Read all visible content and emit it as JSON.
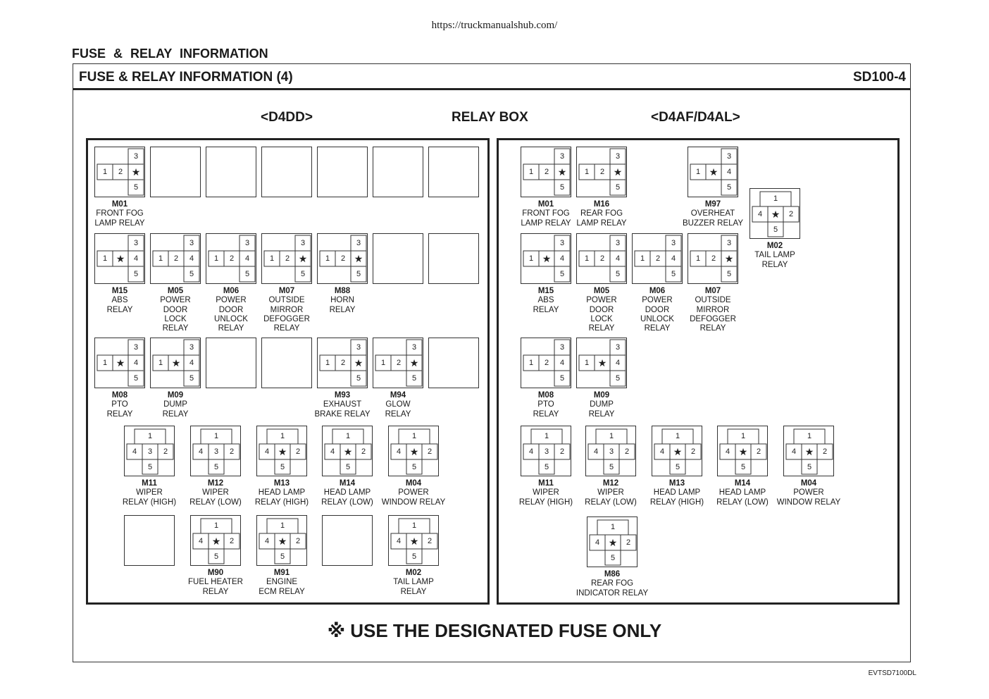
{
  "url": "https://truckmanualshub.com/",
  "section_title": "FUSE & RELAY INFORMATION",
  "frame_title": "FUSE & RELAY INFORMATION (4)",
  "frame_code": "SD100-4",
  "headers": {
    "left": "<D4DD>",
    "center": "RELAY BOX",
    "right": "<D4AF/D4AL>"
  },
  "notice": "※ USE THE DESIGNATED FUSE ONLY",
  "doc_code": "EVTSD7100DL",
  "relays": [
    {
      "box": "D4DD",
      "type": "A",
      "pins": [
        "1",
        "2",
        "★",
        "3",
        "5"
      ],
      "code": "M01",
      "name": "FRONT FOG\nLAMP RELAY"
    },
    {
      "box": "D4DD",
      "type": "empty"
    },
    {
      "box": "D4DD",
      "type": "empty"
    },
    {
      "box": "D4DD",
      "type": "empty"
    },
    {
      "box": "D4DD",
      "type": "empty"
    },
    {
      "box": "D4DD",
      "type": "empty"
    },
    {
      "box": "D4DD",
      "type": "empty"
    },
    {
      "box": "D4DD",
      "type": "A",
      "pins": [
        "1",
        "★",
        "4",
        "3",
        "5"
      ],
      "code": "M15",
      "name": "ABS\nRELAY"
    },
    {
      "box": "D4DD",
      "type": "A",
      "pins": [
        "1",
        "2",
        "4",
        "3",
        "5"
      ],
      "code": "M05",
      "name": "POWER\nDOOR\nLOCK\nRELAY"
    },
    {
      "box": "D4DD",
      "type": "A",
      "pins": [
        "1",
        "2",
        "4",
        "3",
        "5"
      ],
      "code": "M06",
      "name": "POWER\nDOOR\nUNLOCK\nRELAY"
    },
    {
      "box": "D4DD",
      "type": "A",
      "pins": [
        "1",
        "2",
        "★",
        "3",
        "5"
      ],
      "code": "M07",
      "name": "OUTSIDE\nMIRROR\nDEFOGGER\nRELAY"
    },
    {
      "box": "D4DD",
      "type": "A",
      "pins": [
        "1",
        "2",
        "★",
        "3",
        "5"
      ],
      "code": "M88",
      "name": "HORN\nRELAY"
    },
    {
      "box": "D4DD",
      "type": "empty"
    },
    {
      "box": "D4DD",
      "type": "empty"
    },
    {
      "box": "D4DD",
      "type": "A",
      "pins": [
        "1",
        "★",
        "4",
        "3",
        "5"
      ],
      "code": "M08",
      "name": "PTO\nRELAY"
    },
    {
      "box": "D4DD",
      "type": "A",
      "pins": [
        "1",
        "★",
        "4",
        "3",
        "5"
      ],
      "code": "M09",
      "name": "DUMP\nRELAY"
    },
    {
      "box": "D4DD",
      "type": "empty"
    },
    {
      "box": "D4DD",
      "type": "empty"
    },
    {
      "box": "D4DD",
      "type": "A",
      "pins": [
        "1",
        "2",
        "★",
        "3",
        "5"
      ],
      "code": "M93",
      "name": "EXHAUST\nBRAKE RELAY"
    },
    {
      "box": "D4DD",
      "type": "A",
      "pins": [
        "1",
        "2",
        "★",
        "3",
        "5"
      ],
      "code": "M94",
      "name": "GLOW\nRELAY"
    },
    {
      "box": "D4DD",
      "type": "empty"
    },
    {
      "box": "D4DD",
      "type": "B",
      "pins": [
        "4",
        "3",
        "2",
        "1",
        "5"
      ],
      "code": "M11",
      "name": "WIPER\nRELAY (HIGH)"
    },
    {
      "box": "D4DD",
      "type": "B",
      "pins": [
        "4",
        "3",
        "2",
        "1",
        "5"
      ],
      "code": "M12",
      "name": "WIPER\nRELAY (LOW)"
    },
    {
      "box": "D4DD",
      "type": "B",
      "pins": [
        "4",
        "★",
        "2",
        "1",
        "5"
      ],
      "code": "M13",
      "name": "HEAD LAMP\nRELAY (HIGH)"
    },
    {
      "box": "D4DD",
      "type": "B",
      "pins": [
        "4",
        "★",
        "2",
        "1",
        "5"
      ],
      "code": "M14",
      "name": "HEAD LAMP\nRELAY (LOW)"
    },
    {
      "box": "D4DD",
      "type": "B",
      "pins": [
        "4",
        "★",
        "2",
        "1",
        "5"
      ],
      "code": "M04",
      "name": "POWER\nWINDOW RELAY"
    },
    {
      "box": "D4DD",
      "type": "empty"
    },
    {
      "box": "D4DD",
      "type": "B",
      "pins": [
        "4",
        "★",
        "2",
        "1",
        "5"
      ],
      "code": "M90",
      "name": "FUEL HEATER\nRELAY"
    },
    {
      "box": "D4DD",
      "type": "B",
      "pins": [
        "4",
        "★",
        "2",
        "1",
        "5"
      ],
      "code": "M91",
      "name": "ENGINE\nECM RELAY"
    },
    {
      "box": "D4DD",
      "type": "empty"
    },
    {
      "box": "D4DD",
      "type": "B",
      "pins": [
        "4",
        "★",
        "2",
        "1",
        "5"
      ],
      "code": "M02",
      "name": "TAIL LAMP\nRELAY"
    },
    {
      "box": "D4AF",
      "type": "A",
      "pins": [
        "1",
        "2",
        "★",
        "3",
        "5"
      ],
      "code": "M01",
      "name": "FRONT FOG\nLAMP RELAY"
    },
    {
      "box": "D4AF",
      "type": "A",
      "pins": [
        "1",
        "2",
        "★",
        "3",
        "5"
      ],
      "code": "M16",
      "name": "REAR FOG\nLAMP RELAY"
    },
    {
      "box": "D4AF",
      "type": "A",
      "pins": [
        "1",
        "★",
        "4",
        "3",
        "5"
      ],
      "code": "M97",
      "name": "OVERHEAT\nBUZZER RELAY"
    },
    {
      "box": "D4AF",
      "type": "B",
      "pins": [
        "4",
        "★",
        "2",
        "1",
        "5"
      ],
      "code": "M02",
      "name": "TAIL LAMP\nRELAY"
    },
    {
      "box": "D4AF",
      "type": "A",
      "pins": [
        "1",
        "★",
        "4",
        "3",
        "5"
      ],
      "code": "M15",
      "name": "ABS\nRELAY"
    },
    {
      "box": "D4AF",
      "type": "A",
      "pins": [
        "1",
        "2",
        "4",
        "3",
        "5"
      ],
      "code": "M05",
      "name": "POWER\nDOOR\nLOCK\nRELAY"
    },
    {
      "box": "D4AF",
      "type": "A",
      "pins": [
        "1",
        "2",
        "4",
        "3",
        "5"
      ],
      "code": "M06",
      "name": "POWER\nDOOR\nUNLOCK\nRELAY"
    },
    {
      "box": "D4AF",
      "type": "A",
      "pins": [
        "1",
        "2",
        "★",
        "3",
        "5"
      ],
      "code": "M07",
      "name": "OUTSIDE\nMIRROR\nDEFOGGER\nRELAY"
    },
    {
      "box": "D4AF",
      "type": "A",
      "pins": [
        "1",
        "2",
        "4",
        "3",
        "5"
      ],
      "code": "M08",
      "name": "PTO\nRELAY"
    },
    {
      "box": "D4AF",
      "type": "A",
      "pins": [
        "1",
        "★",
        "4",
        "3",
        "5"
      ],
      "code": "M09",
      "name": "DUMP\nRELAY"
    },
    {
      "box": "D4AF",
      "type": "B",
      "pins": [
        "4",
        "3",
        "2",
        "1",
        "5"
      ],
      "code": "M11",
      "name": "WIPER\nRELAY (HIGH)"
    },
    {
      "box": "D4AF",
      "type": "B",
      "pins": [
        "4",
        "3",
        "2",
        "1",
        "5"
      ],
      "code": "M12",
      "name": "WIPER\nRELAY (LOW)"
    },
    {
      "box": "D4AF",
      "type": "B",
      "pins": [
        "4",
        "★",
        "2",
        "1",
        "5"
      ],
      "code": "M13",
      "name": "HEAD LAMP\nRELAY (HIGH)"
    },
    {
      "box": "D4AF",
      "type": "B",
      "pins": [
        "4",
        "★",
        "2",
        "1",
        "5"
      ],
      "code": "M14",
      "name": "HEAD LAMP\nRELAY (LOW)"
    },
    {
      "box": "D4AF",
      "type": "B",
      "pins": [
        "4",
        "★",
        "2",
        "1",
        "5"
      ],
      "code": "M04",
      "name": "POWER\nWINDOW RELAY"
    },
    {
      "box": "D4AF",
      "type": "B",
      "pins": [
        "4",
        "★",
        "2",
        "1",
        "5"
      ],
      "code": "M86",
      "name": "REAR FOG\nINDICATOR RELAY"
    }
  ]
}
